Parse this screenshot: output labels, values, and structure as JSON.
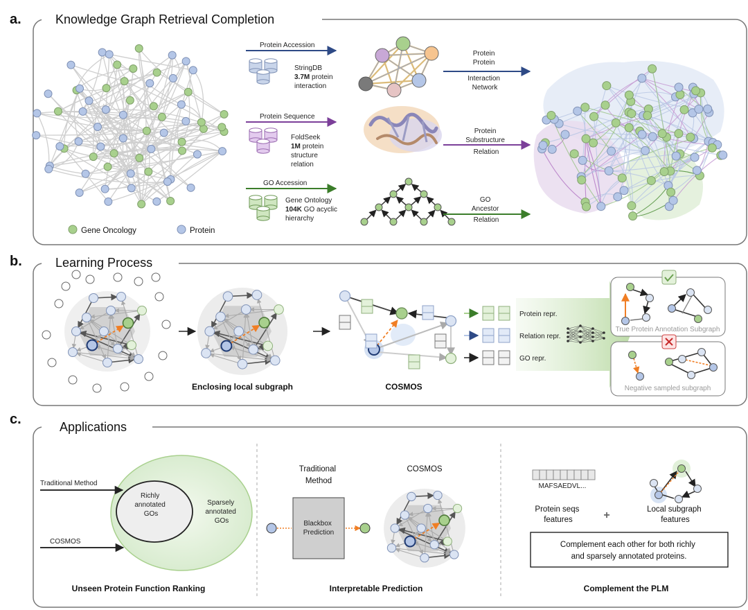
{
  "panel_a": {
    "label": "a.",
    "title": "Knowledge Graph Retrieval Completion",
    "legend": {
      "go": "Gene Oncology",
      "protein": "Protein"
    },
    "sources": [
      {
        "arrow_label": "Protein Accession",
        "line1": "StringDB",
        "bold": "3.7M",
        "line2_rest": " protein",
        "line3": "interaction",
        "result": [
          "Protein",
          "Protein",
          "Interaction",
          "Network"
        ]
      },
      {
        "arrow_label": "Protein Sequence",
        "line1": "FoldSeek",
        "bold": "1M",
        "line2_rest": " protein",
        "line3": "structure",
        "line4": "relation",
        "result": [
          "Protein",
          "Substructure",
          "Relation"
        ]
      },
      {
        "arrow_label": "GO Accession",
        "line1": "Gene Ontology",
        "bold": "104K",
        "line2_rest": " GO acyclic",
        "line3": "hierarchy",
        "result": [
          "GO",
          "Ancestor",
          "Relation"
        ]
      }
    ]
  },
  "panel_b": {
    "label": "b.",
    "title": "Learning Process",
    "caption_subgraph": "Enclosing local subgraph",
    "caption_model": "COSMOS",
    "repr": [
      "Protein repr.",
      "Relation repr.",
      "GO repr."
    ],
    "true_label": "True Protein Annotation Subgraph",
    "neg_label": "Negative sampled subgraph"
  },
  "panel_c": {
    "label": "c.",
    "title": "Applications",
    "traditional_method": "Traditional Method",
    "cosmos": "COSMOS",
    "richly": [
      "Richly",
      "annotated",
      "GOs"
    ],
    "sparsely": [
      "Sparsely",
      "annotated",
      "GOs"
    ],
    "caption1": "Unseen Protein Function Ranking",
    "trad_title": [
      "Traditional",
      "Method"
    ],
    "cosmos_title": "COSMOS",
    "blackbox": [
      "Blackbox",
      "Prediction"
    ],
    "caption2": "Interpretable Prediction",
    "sequence": "MAFSAEDVL...",
    "seq_feat": [
      "Protein seqs",
      "features"
    ],
    "plus": "+",
    "sub_feat": [
      "Local subgraph",
      "features"
    ],
    "complement": [
      "Complement each other for both richly",
      "and sparsely annotated proteins."
    ],
    "caption3": "Complement the PLM"
  },
  "colors": {
    "go_node": "#a8d08d",
    "protein_node": "#b4c6e7",
    "blue_arrow": "#2e4a86",
    "purple_arrow": "#7b3f99",
    "green_arrow": "#3b7d2a",
    "orange": "#f07e24"
  }
}
